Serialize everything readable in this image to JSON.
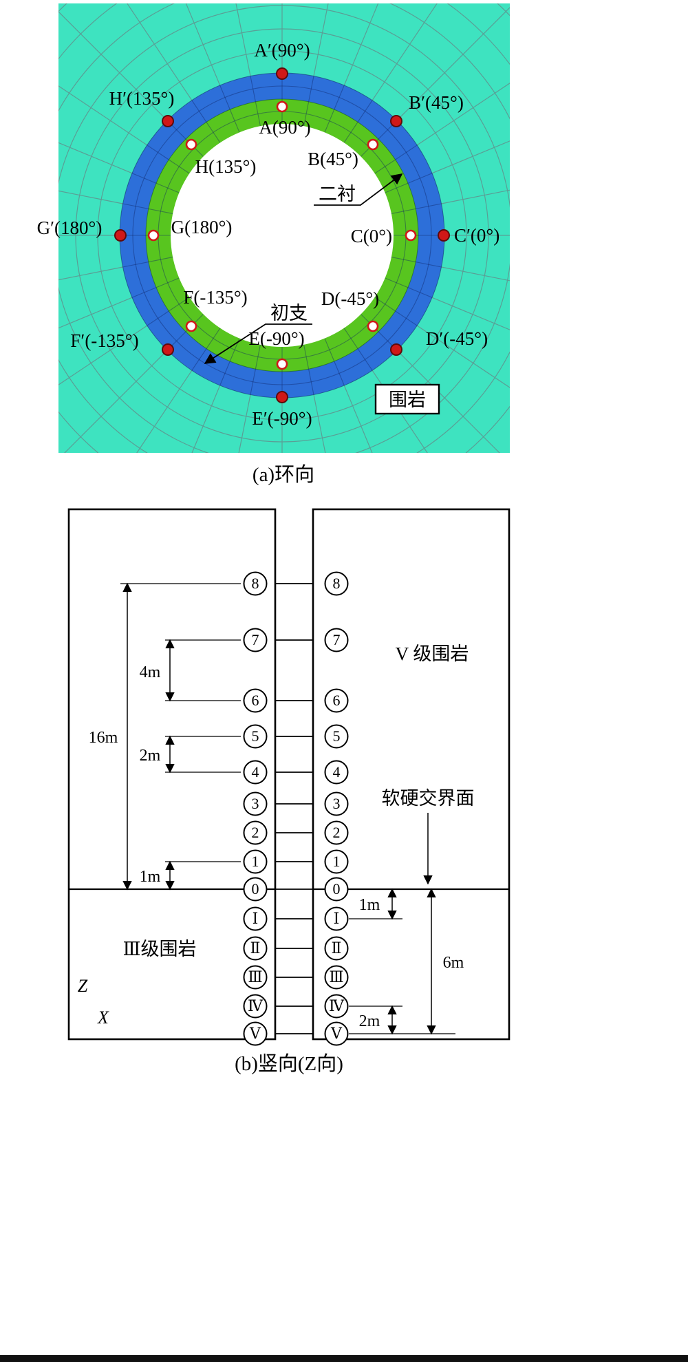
{
  "panel_a": {
    "caption": "(a)环向",
    "points_outer": [
      "A′(90°)",
      "B′(45°)",
      "C′(0°)",
      "D′(-45°)",
      "E′(-90°)",
      "F′(-135°)",
      "G′(180°)",
      "H′(135°)"
    ],
    "points_inner": [
      "A(90°)",
      "B(45°)",
      "C(0°)",
      "D(-45°)",
      "E(-90°)",
      "F(-135°)",
      "G(180°)",
      "H(135°)"
    ],
    "annotations": {
      "secondary_lining": "二衬",
      "initial_support": "初支",
      "surrounding_rock": "围岩"
    }
  },
  "panel_b": {
    "caption": "(b)竖向(Z向)",
    "upper_levels": [
      "8",
      "7",
      "6",
      "5",
      "4",
      "3",
      "2",
      "1",
      "0"
    ],
    "lower_levels": [
      "Ⅰ",
      "Ⅱ",
      "Ⅲ",
      "Ⅳ",
      "Ⅴ"
    ],
    "dimensions": {
      "upper_total": "16m",
      "upper_coarse": "4m",
      "upper_mid": "2m",
      "upper_fine": "1m",
      "lower_fine": "1m",
      "lower_total": "6m",
      "lower_coarse": "2m"
    },
    "labels": {
      "upper_rock": "V 级围岩",
      "interface": "软硬交界面",
      "lower_rock": "Ⅲ级围岩",
      "axis_z": "Z",
      "axis_x": "X"
    }
  },
  "colors": {
    "surrounding_rock": "#3ee3c0",
    "mesh_line": "#5b9e95",
    "initial_support": "#2d6fd9",
    "secondary_lining": "#58c51f",
    "monitor_point": "#d01818"
  }
}
